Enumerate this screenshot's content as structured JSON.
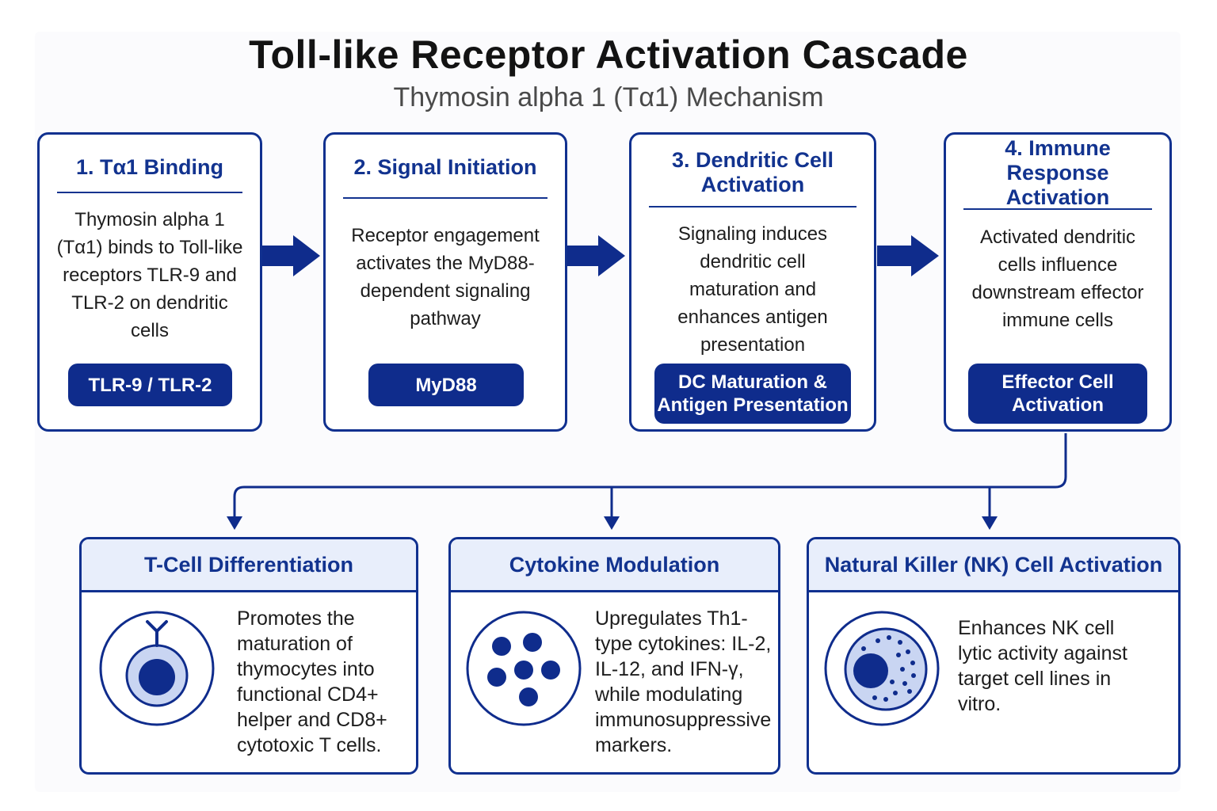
{
  "header": {
    "title": "Toll-like Receptor Activation Cascade",
    "subtitle": "Thymosin alpha 1 (Tα1) Mechanism"
  },
  "steps": [
    {
      "title": "1. Tα1 Binding",
      "body": "Thymosin alpha 1 (Tα1) binds to Toll-like receptors TLR-9 and TLR-2 on dendritic cells",
      "badge": "TLR-9 / TLR-2"
    },
    {
      "title": "2. Signal Initiation",
      "body": "Receptor engagement activates the MyD88-dependent signaling pathway",
      "badge": "MyD88"
    },
    {
      "title": "3. Dendritic Cell Activation",
      "body": "Signaling induces dendritic cell maturation and enhances antigen presentation",
      "badge": "DC Maturation & Antigen Presentation"
    },
    {
      "title": "4. Immune Response Activation",
      "body": "Activated dendritic cells influence downstream effector immune cells",
      "badge": "Effector Cell Activation"
    }
  ],
  "outcomes": [
    {
      "title": "T-Cell Differentiation",
      "text": "Promotes the maturation of thymocytes into functional CD4+ helper and CD8+ cytotoxic T cells.",
      "icon": "t-cell-icon"
    },
    {
      "title": "Cytokine Modulation",
      "text": "Upregulates Th1-type cytokines: IL-2, IL-12, and IFN-γ, while modulating immunosuppressive markers.",
      "icon": "cytokine-icon"
    },
    {
      "title": "Natural Killer (NK) Cell Activation",
      "text": "Enhances NK cell lytic activity against target cell lines in vitro.",
      "icon": "nk-cell-icon"
    }
  ],
  "colors": {
    "primary": "#0f2c8c",
    "header_fill": "#e8eefb",
    "icon_fill": "#c9d5f2"
  }
}
